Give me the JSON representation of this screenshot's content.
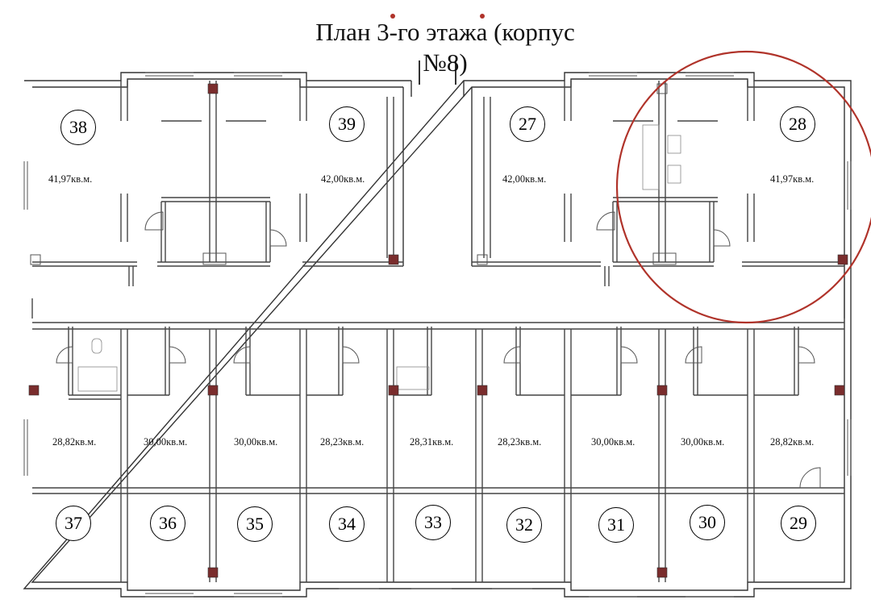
{
  "title_line1": "План 3-го этажа (корпус",
  "title_line2": "№8)",
  "highlight_color": "#b0332a",
  "units": {
    "u38": {
      "number": "38",
      "area": "41,97кв.м."
    },
    "u39": {
      "number": "39",
      "area": "42,00кв.м."
    },
    "u27": {
      "number": "27",
      "area": "42,00кв.м."
    },
    "u28": {
      "number": "28",
      "area": "41,97кв.м."
    },
    "u37": {
      "number": "37",
      "area": "28,82кв.м."
    },
    "u36": {
      "number": "36",
      "area": "30,00кв.м."
    },
    "u35": {
      "number": "35",
      "area": "30,00кв.м."
    },
    "u34": {
      "number": "34",
      "area": "28,23кв.м."
    },
    "u33": {
      "number": "33",
      "area": "28,31кв.м."
    },
    "u32": {
      "number": "32",
      "area": "28,23кв.м."
    },
    "u31": {
      "number": "31",
      "area": "30,00кв.м."
    },
    "u30": {
      "number": "30",
      "area": "30,00кв.м."
    },
    "u29": {
      "number": "29",
      "area": "28,82кв.м."
    }
  }
}
